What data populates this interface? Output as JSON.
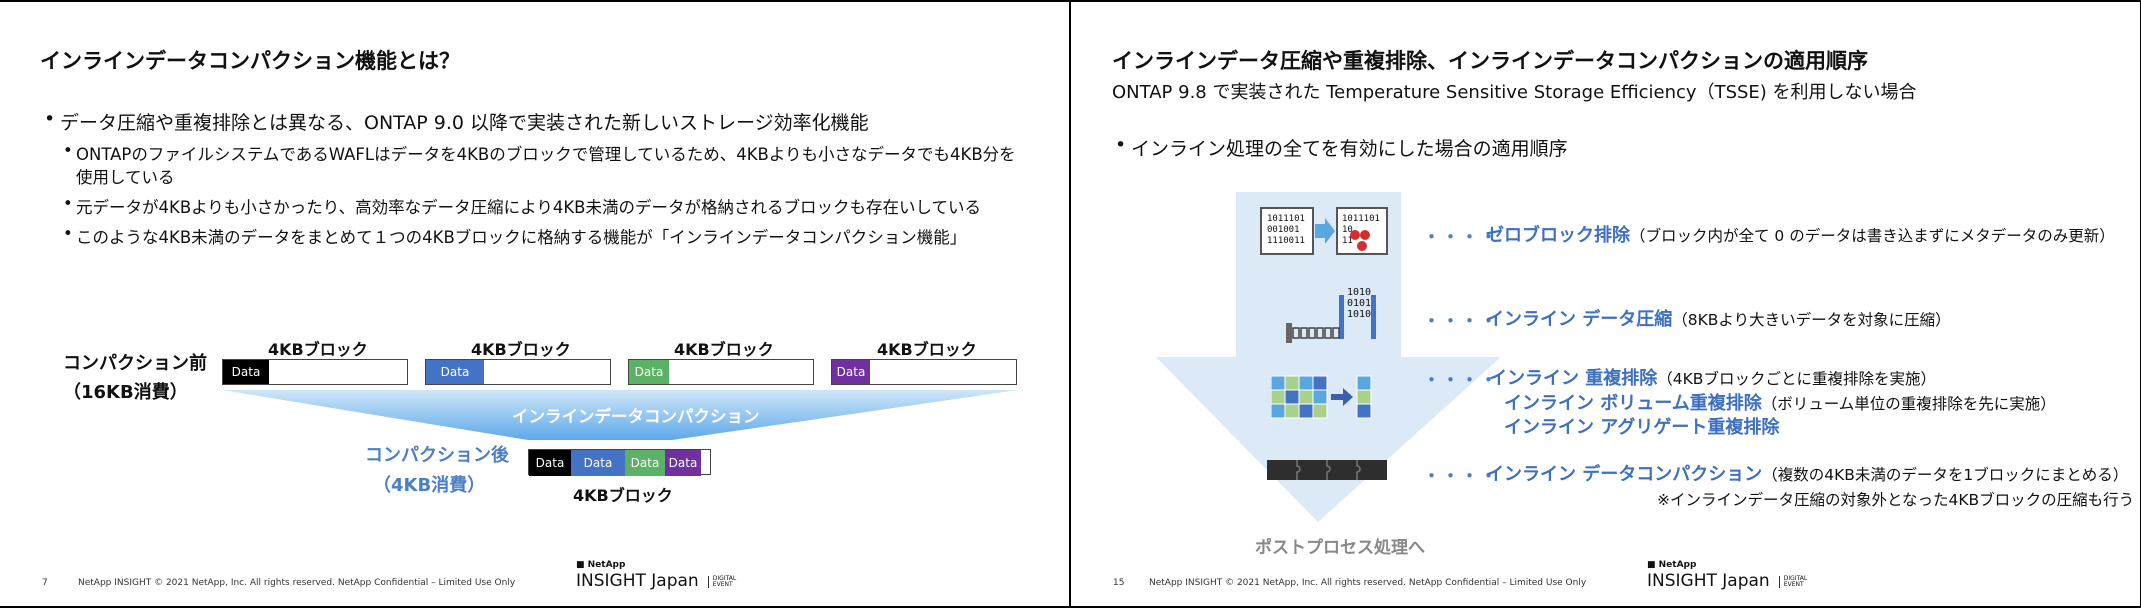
{
  "left": {
    "title": "インラインデータコンパクション機能とは？",
    "bullet1": "データ圧縮や重複排除とは異なる、ONTAP 9.0 以降で実装された新しいストレージ効率化機能",
    "sub1_line1": "ONTAPのファイルシステムであるWAFLはデータを4KBのブロックで管理しているため、4KBよりも小さなデータでも4KB分を",
    "sub1_line2": "使用している",
    "sub2": "元データが4KBよりも小さかったり、高効率なデータ圧縮により4KB未満のデータが格納されるブロックも存在いしている",
    "sub3": "このような4KB未満のデータをまとめて１つの4KBブロックに格納する機能が「インラインデータコンパクション機能」",
    "before_label_1": "コンパクション前",
    "before_label_2": "（16KB消費）",
    "block_label": "4KBブロック",
    "data_label": "Data",
    "band_label": "インラインデータコンパクション",
    "after_label_1": "コンパクション後",
    "after_label_2": "（4KB消費）",
    "after_block_label": "4KBブロック",
    "page_number": "7",
    "footer": "NetApp INSIGHT © 2021 NetApp, Inc. All rights reserved. NetApp Confidential – Limited Use Only",
    "logo_brand": "■ NetApp",
    "logo_event": "INSIGHT Japan",
    "logo_tag1": "DIGITAL",
    "logo_tag2": "EVENT"
  },
  "right": {
    "title": "インラインデータ圧縮や重複排除、インラインデータコンパクションの適用順序",
    "subtitle": "ONTAP 9.8 で実装された Temperature Sensitive Storage Efficiency（TSSE) を利用しない場合",
    "bullet1": "インライン処理の全てを有効にした場合の適用順序",
    "dots": "・・・・",
    "step1_bold": "ゼロブロック排除",
    "step1_note": "（ブロック内が全て 0 のデータは書き込まずにメタデータのみ更新）",
    "step2_bold": "インライン データ圧縮",
    "step2_note": "（8KBより大きいデータを対象に圧縮）",
    "step3_bold": "インライン 重複排除",
    "step3_note": "（4KBブロックごとに重複排除を実施）",
    "step3b_bold": "インライン ボリューム重複排除",
    "step3b_note": "（ボリューム単位の重複排除を先に実施）",
    "step3c_bold": "インライン アグリゲート重複排除",
    "step4_bold": "インライン データコンパクション",
    "step4_note": "（複数の4KB未満のデータを1ブロックにまとめる）",
    "step4_extra": "※インラインデータ圧縮の対象外となった4KBブロックの圧縮も行う",
    "post_label": "ポストプロセス処理へ",
    "binary1": [
      "1011101",
      "001001",
      "1110011"
    ],
    "binary2": [
      "1011101",
      "10",
      "11"
    ],
    "binary3": [
      "1010",
      "0101",
      "1010"
    ],
    "page_number": "15",
    "footer": "NetApp INSIGHT © 2021 NetApp, Inc. All rights reserved. NetApp Confidential – Limited Use Only",
    "logo_brand": "■ NetApp",
    "logo_event": "INSIGHT Japan",
    "logo_tag1": "DIGITAL",
    "logo_tag2": "EVENT"
  },
  "colors": {
    "data_black": "#000000",
    "data_blue": "#4472c4",
    "data_green": "#5bb166",
    "data_purple": "#7030a0",
    "accent_blue": "#3d70c0",
    "arrow_blue": "#dce9f7"
  }
}
